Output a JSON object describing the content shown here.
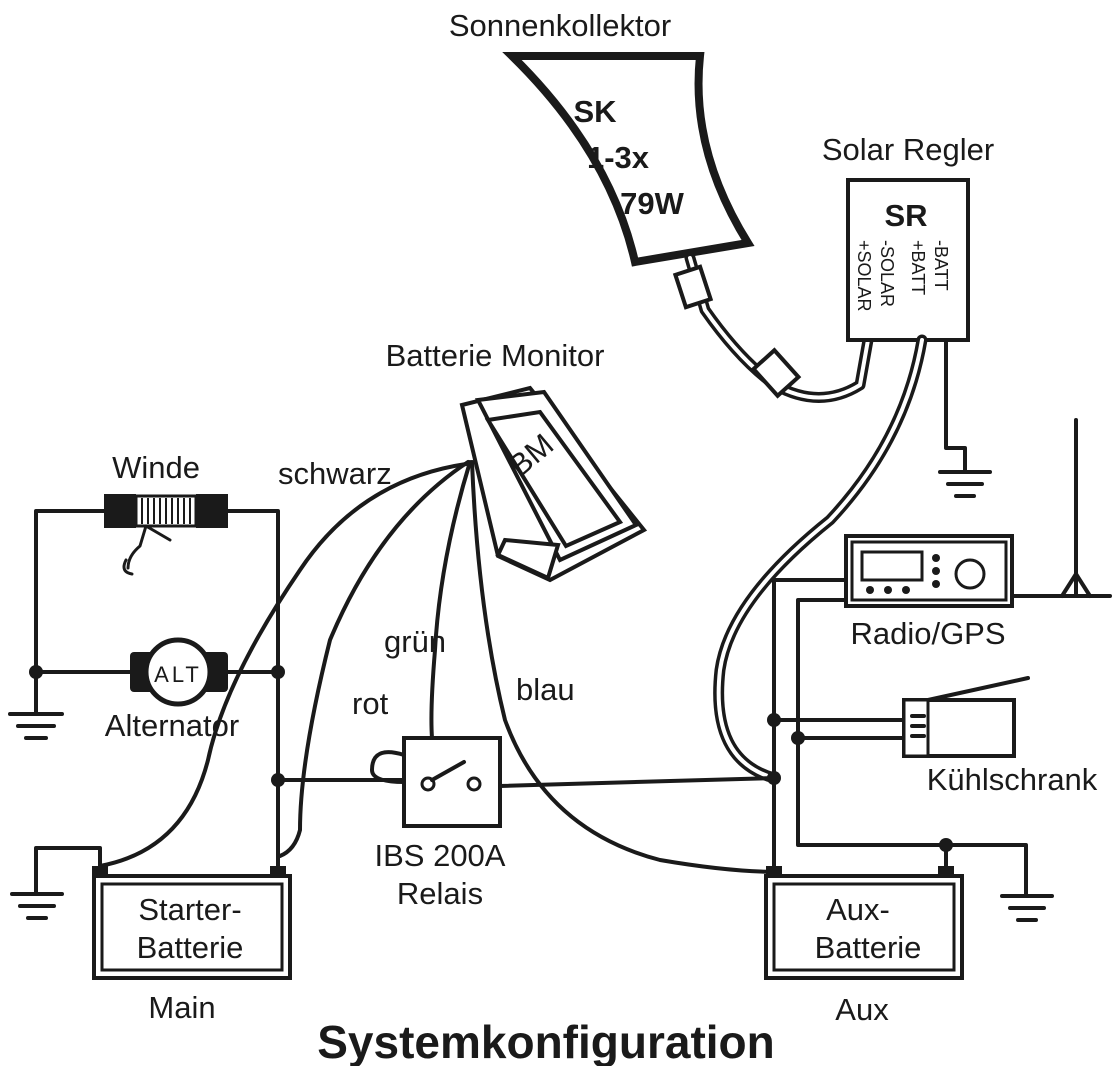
{
  "title": "Systemkonfiguration",
  "components": {
    "solar_panel": {
      "label": "Sonnenkollektor",
      "code": "SK",
      "count": "1-3x",
      "power": "79W"
    },
    "solar_regulator": {
      "label": "Solar Regler",
      "code": "SR",
      "terminals": [
        "+SOLAR",
        "-SOLAR",
        "+BATT",
        "-BATT"
      ]
    },
    "battery_monitor": {
      "label": "Batterie Monitor",
      "code": "BM"
    },
    "winch": {
      "label": "Winde"
    },
    "alternator": {
      "label": "Alternator",
      "code": "ALT"
    },
    "relay": {
      "label_line1": "IBS 200A",
      "label_line2": "Relais"
    },
    "radio": {
      "label": "Radio/GPS"
    },
    "fridge": {
      "label": "Kühlschrank"
    },
    "starter_battery": {
      "line1": "Starter-",
      "line2": "Batterie",
      "caption": "Main"
    },
    "aux_battery": {
      "line1": "Aux-",
      "line2": "Batterie",
      "caption": "Aux"
    }
  },
  "wire_colors": {
    "black": "schwarz",
    "green": "grün",
    "red": "rot",
    "blue": "blau"
  }
}
